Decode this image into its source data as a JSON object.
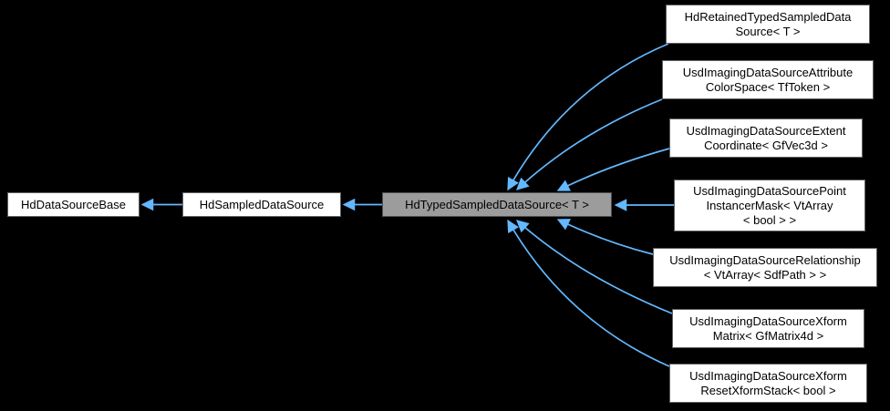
{
  "diagram": {
    "type": "class-inheritance-graph",
    "colors": {
      "background": "#000000",
      "arrow": "#63b8ff",
      "node_fill": "#ffffff",
      "node_border": "#5f6266",
      "current_node_fill": "#9c9c9c",
      "text": "#000000"
    },
    "nodes": {
      "base": {
        "label": "HdDataSourceBase"
      },
      "sampled": {
        "label": "HdSampledDataSource"
      },
      "typed": {
        "label": "HdTypedSampledDataSource< T >",
        "current": true
      },
      "d1": {
        "label": "HdRetainedTypedSampledData\nSource< T >"
      },
      "d2": {
        "label": "UsdImagingDataSourceAttribute\nColorSpace< TfToken >"
      },
      "d3": {
        "label": "UsdImagingDataSourceExtent\nCoordinate< GfVec3d >"
      },
      "d4": {
        "label": "UsdImagingDataSourcePoint\nInstancerMask< VtArray\n< bool > >"
      },
      "d5": {
        "label": "UsdImagingDataSourceRelationship\n< VtArray< SdfPath > >"
      },
      "d6": {
        "label": "UsdImagingDataSourceXform\nMatrix< GfMatrix4d >"
      },
      "d7": {
        "label": "UsdImagingDataSourceXform\nResetXformStack< bool >"
      }
    },
    "edges": [
      {
        "from": "sampled",
        "to": "base",
        "relation": "public-inheritance"
      },
      {
        "from": "typed",
        "to": "sampled",
        "relation": "public-inheritance"
      },
      {
        "from": "d1",
        "to": "typed",
        "relation": "public-inheritance"
      },
      {
        "from": "d2",
        "to": "typed",
        "relation": "public-inheritance"
      },
      {
        "from": "d3",
        "to": "typed",
        "relation": "public-inheritance"
      },
      {
        "from": "d4",
        "to": "typed",
        "relation": "public-inheritance"
      },
      {
        "from": "d5",
        "to": "typed",
        "relation": "public-inheritance"
      },
      {
        "from": "d6",
        "to": "typed",
        "relation": "public-inheritance"
      },
      {
        "from": "d7",
        "to": "typed",
        "relation": "public-inheritance"
      }
    ]
  }
}
